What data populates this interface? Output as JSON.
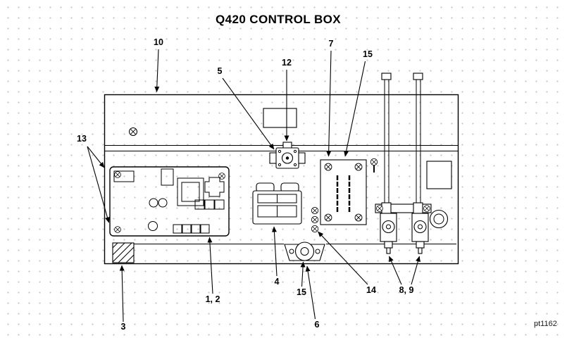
{
  "title": "Q420 CONTROL BOX",
  "drawing_code": "pt1162",
  "colors": {
    "line": "#000000",
    "background": "#ffffff",
    "dot_grid": "#bfc4bf"
  },
  "callouts": [
    {
      "label": "10"
    },
    {
      "label": "5"
    },
    {
      "label": "12"
    },
    {
      "label": "7"
    },
    {
      "label": "15"
    },
    {
      "label": "13"
    },
    {
      "label": "1, 2"
    },
    {
      "label": "4"
    },
    {
      "label": "15"
    },
    {
      "label": "14"
    },
    {
      "label": "8, 9"
    },
    {
      "label": "6"
    },
    {
      "label": "3"
    }
  ]
}
